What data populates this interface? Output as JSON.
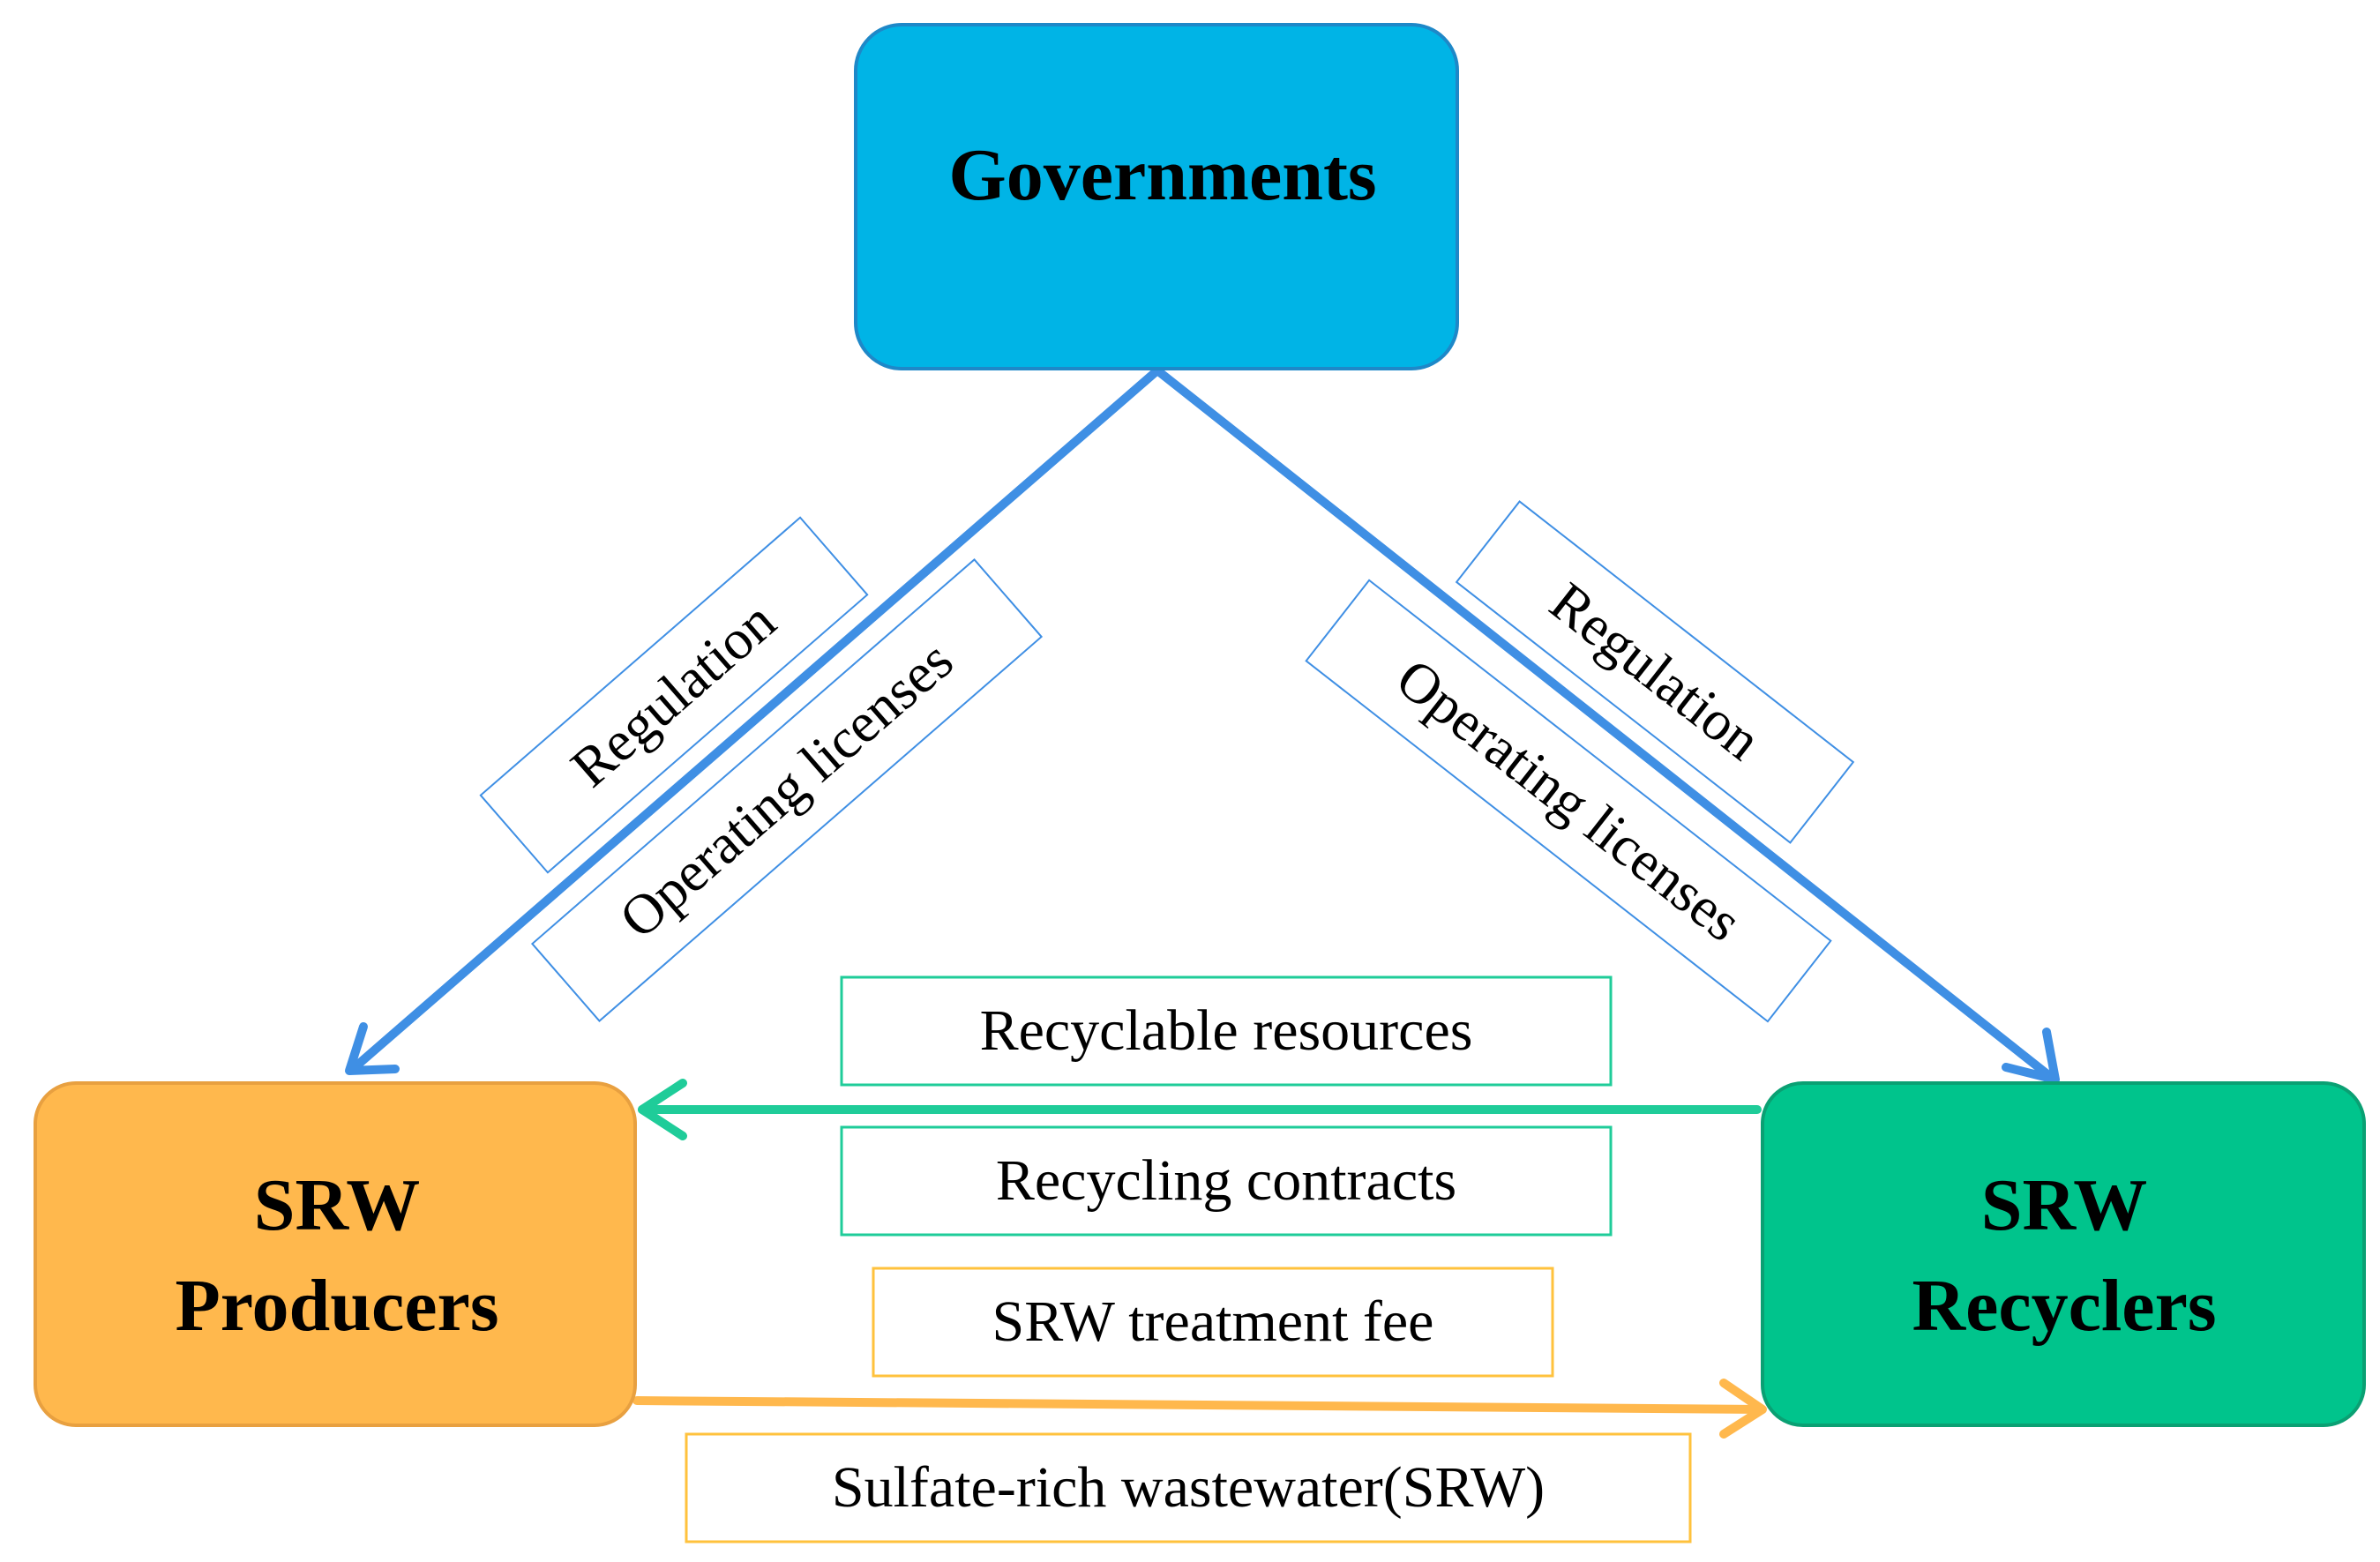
{
  "nodes": {
    "governments": {
      "label": "Governments",
      "color": "#00b4e6"
    },
    "producers": {
      "line1": "SRW",
      "line2": "Producers",
      "color": "#ffb84d"
    },
    "recyclers": {
      "line1": "SRW",
      "line2": "Recyclers",
      "color": "#00c48c"
    }
  },
  "edges": {
    "gov_to_producers": {
      "color": "#3f8fe4",
      "labels": [
        "Regulation",
        "Operating licenses"
      ]
    },
    "gov_to_recyclers": {
      "color": "#3f8fe4",
      "labels": [
        "Regulation",
        "Operating licenses"
      ]
    },
    "recyclers_to_producers": {
      "color": "#1fcc99",
      "labels": [
        "Recyclable resources",
        "Recycling contracts"
      ]
    },
    "producers_to_recyclers": {
      "color": "#ffb84d",
      "labels": [
        "SRW treatment fee",
        "Sulfate-rich wastewater(SRW)"
      ]
    }
  }
}
